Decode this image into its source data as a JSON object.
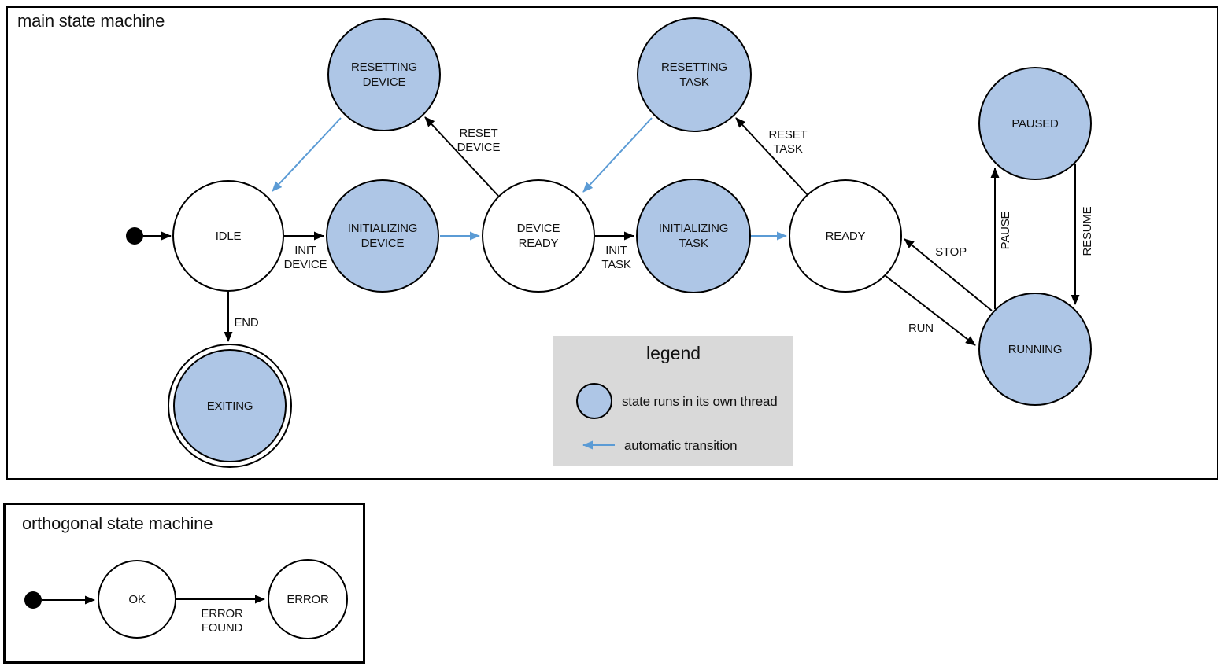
{
  "panels": {
    "main": {
      "title": "main state machine"
    },
    "orthogonal": {
      "title": "orthogonal state machine"
    }
  },
  "main_machine": {
    "states": {
      "idle": "IDLE",
      "initializing_device": "INITIALIZING\nDEVICE",
      "device_ready": "DEVICE\nREADY",
      "initializing_task": "INITIALIZING\nTASK",
      "ready": "READY",
      "resetting_device": "RESETTING\nDEVICE",
      "resetting_task": "RESETTING\nTASK",
      "paused": "PAUSED",
      "running": "RUNNING",
      "exiting": "EXITING"
    },
    "transitions": {
      "init_device": "INIT\nDEVICE",
      "init_task": "INIT\nTASK",
      "reset_device": "RESET\nDEVICE",
      "reset_task": "RESET\nTASK",
      "end": "END",
      "run": "RUN",
      "stop": "STOP",
      "pause": "PAUSE",
      "resume": "RESUME"
    }
  },
  "orthogonal_machine": {
    "states": {
      "ok": "OK",
      "error": "ERROR"
    },
    "transitions": {
      "error_found": "ERROR\nFOUND"
    }
  },
  "legend": {
    "title": "legend",
    "thread_label": "state runs in its own thread",
    "auto_label": "automatic transition"
  },
  "colors": {
    "thread_fill": "#aec6e6",
    "auto_color": "#5b9bd5",
    "legend_bg": "#d9d9d9",
    "stroke": "#000000"
  }
}
